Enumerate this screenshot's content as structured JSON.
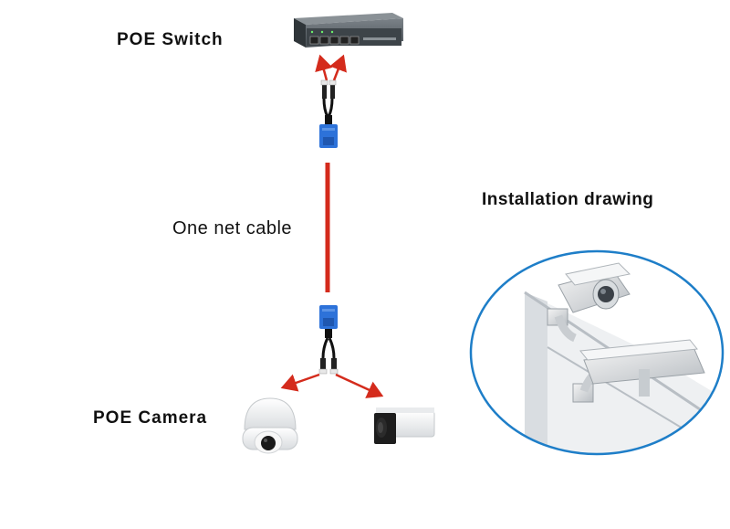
{
  "labels": {
    "switch": "POE  Switch",
    "cable": "One net cable",
    "camera": "POE  Camera",
    "installation": "Installation drawing"
  },
  "colors": {
    "cable": "#d42b1c",
    "arrow": "#d42b1c",
    "circle_border": "#1e7ec8",
    "connector": "#2d72d9",
    "switch_body": "#3d4449"
  },
  "icons": [
    "poe-switch-icon",
    "poe-splitter-icon",
    "dome-camera-icon",
    "bullet-camera-icon",
    "installation-photo"
  ]
}
